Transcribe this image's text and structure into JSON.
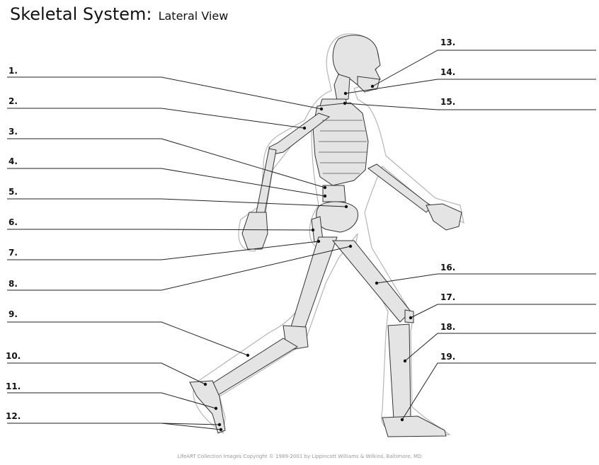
{
  "title": "Skeletal System:",
  "subtitle": "Lateral View",
  "labels": [
    "1.",
    "2.",
    "3.",
    "4.",
    "5.",
    "6.",
    "7.",
    "8.",
    "9.",
    "10.",
    "11.",
    "12.",
    "13.",
    "14.",
    "15.",
    "16.",
    "17.",
    "18.",
    "19."
  ],
  "credit": "LifeART Collection Images Copyright © 1989-2001 by Lippincott Williams & Wilkins, Baltimore, MD",
  "colors": {
    "bone": "#e4e4e4",
    "outline": "#333333",
    "line": "#222222",
    "body_outline": "#b5b5b5"
  }
}
